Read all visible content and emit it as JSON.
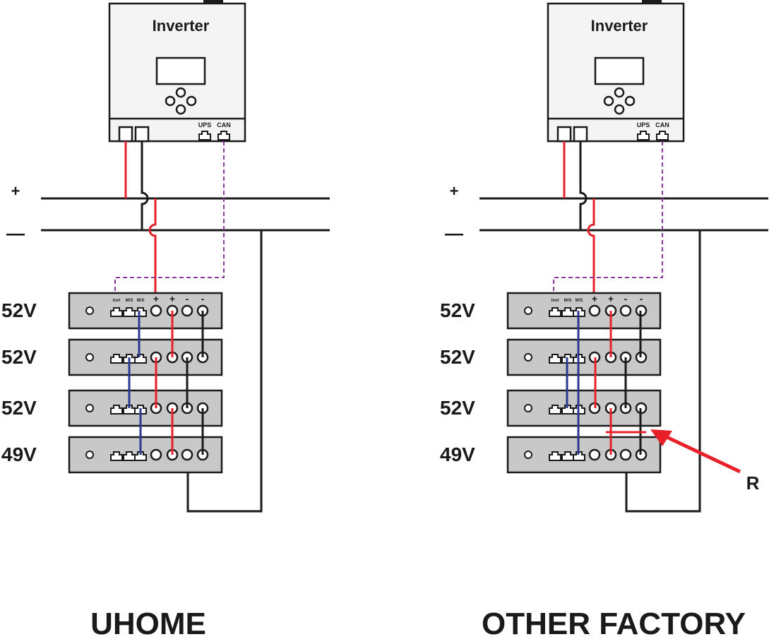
{
  "panels": [
    {
      "id": "uhome",
      "caption": "UHOME",
      "inverter_label": "Inverter",
      "port_labels": [
        "UPS",
        "CAN"
      ],
      "bus_labels": [
        "+",
        "—"
      ],
      "battery_port_labels": [
        "Invt",
        "M/S",
        "M/S"
      ],
      "battery_terminal_signs": [
        "+",
        "+",
        "-",
        "-"
      ],
      "battery_voltages": [
        "52V",
        "52V",
        "52V",
        "49V"
      ]
    },
    {
      "id": "other-factory",
      "caption": "OTHER FACTORY",
      "inverter_label": "Inverter",
      "port_labels": [
        "UPS",
        "CAN"
      ],
      "bus_labels": [
        "+",
        "—"
      ],
      "battery_port_labels": [
        "Invt",
        "M/S",
        "M/S"
      ],
      "battery_terminal_signs": [
        "+",
        "+",
        "-",
        "-"
      ],
      "battery_voltages": [
        "52V",
        "52V",
        "52V",
        "49V"
      ],
      "resistance_label": "R"
    }
  ],
  "colors": {
    "positive_wire": "#e8202a",
    "negative_wire": "#1a1a1a",
    "link_wire": "#2b3990",
    "can_wire": "#8a3a9a",
    "battery_fill": "#c8c8c8"
  }
}
